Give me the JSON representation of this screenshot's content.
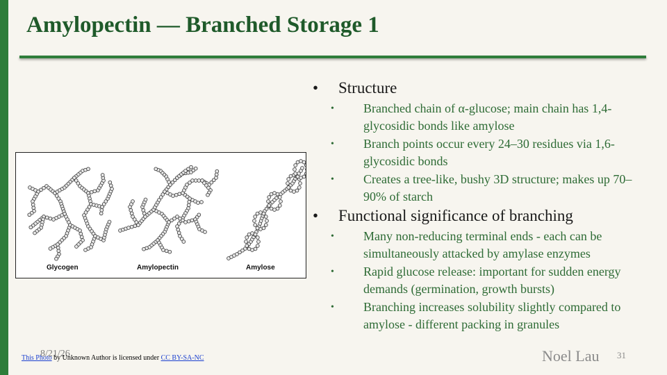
{
  "slide": {
    "title": "Amylopectin — Branched Storage 1",
    "date": "8/21/26",
    "author": "Noel Lau",
    "page_number": "31"
  },
  "figure": {
    "captions": [
      "Glycogen",
      "Amylopectin",
      "Amylose"
    ]
  },
  "credit": {
    "link1": "This Photo",
    "middle": " by Unknown Author is licensed under ",
    "link2": "CC BY-SA-NC"
  },
  "bullets": [
    {
      "heading": "Structure",
      "items": [
        "Branched chain of α-glucose; main chain has 1,4-glycosidic bonds like amylose",
        "Branch points occur every 24–30 residues via 1,6-glycosidic bonds",
        "Creates a tree-like, bushy 3D structure; makes up 70–90% of starch"
      ]
    },
    {
      "heading": "Functional significance of branching",
      "items": [
        "Many non-reducing terminal ends - each can be simultaneously attacked by amylase enzymes",
        "Rapid glucose release: important for sudden energy demands (germination, growth bursts)",
        "Branching increases solubility slightly compared to amylose - different packing in granules"
      ]
    }
  ],
  "colors": {
    "accent": "#2e7d3a",
    "title": "#1f5a2a",
    "sub_bullet": "#2e6b35"
  }
}
